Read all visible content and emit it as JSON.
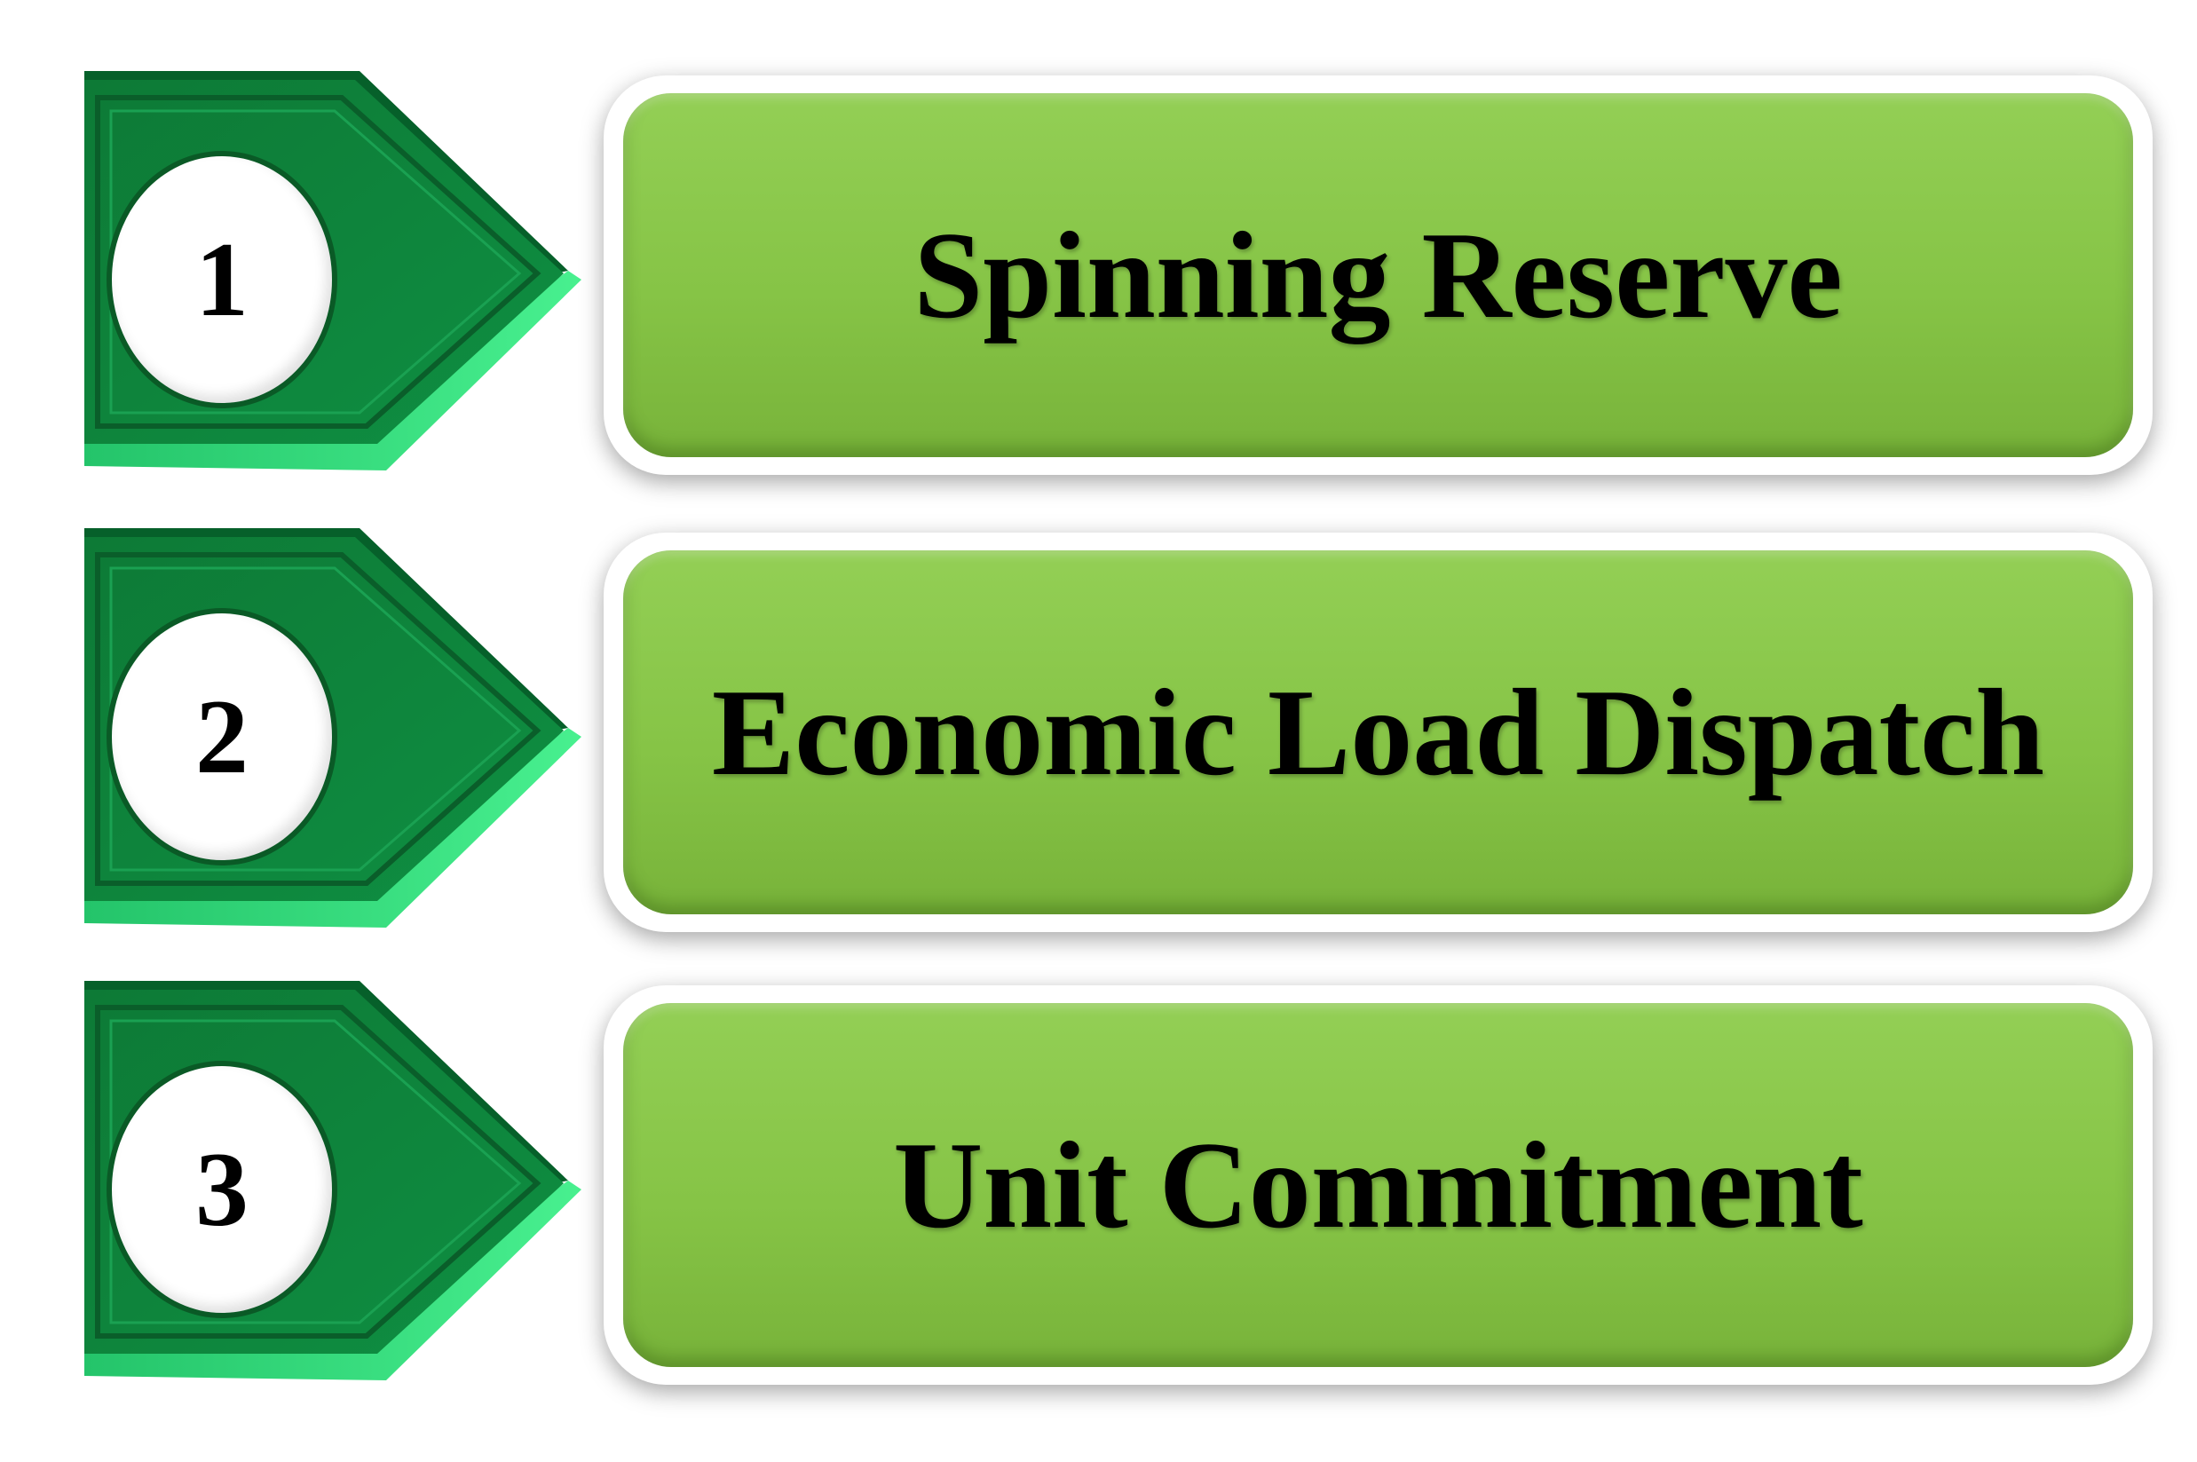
{
  "items": [
    {
      "number": "1",
      "label": "Spinning Reserve"
    },
    {
      "number": "2",
      "label": "Economic Load Dispatch"
    },
    {
      "number": "3",
      "label": "Unit Commitment"
    }
  ],
  "colors": {
    "chevron_face": "#0f8a3e",
    "chevron_light": "#33e07f",
    "chevron_dark": "#06602a",
    "box_fill": "#8bc94b",
    "frame": "#ffffff",
    "text": "#000000"
  }
}
